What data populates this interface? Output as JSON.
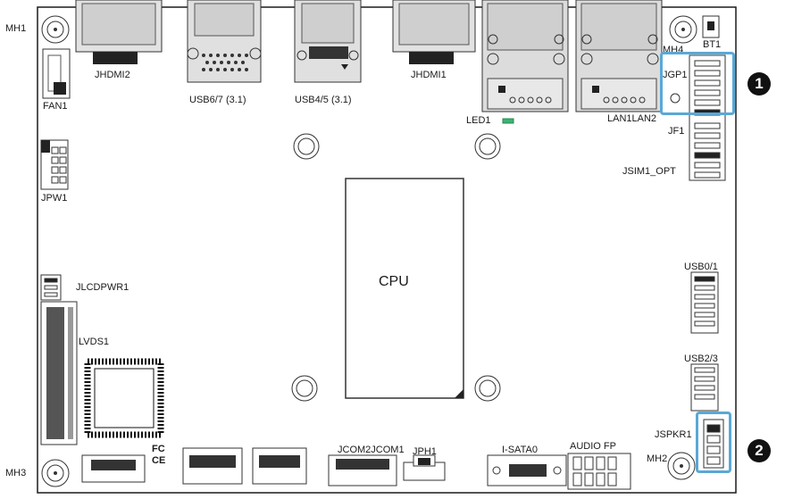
{
  "labels": {
    "mh1": "MH1",
    "mh2": "MH2",
    "mh3": "MH3",
    "mh4": "MH4",
    "bt1": "BT1",
    "fan1": "FAN1",
    "jhdmi2": "JHDMI2",
    "jhdmi1": "JHDMI1",
    "usb67": "USB6/7 (3.1)",
    "usb45": "USB4/5 (3.1)",
    "jgp1": "JGP1",
    "lan1lan2": "LAN1LAN2",
    "led1": "LED1",
    "jf1": "JF1",
    "jsim1": "JSIM1_OPT",
    "jpw1": "JPW1",
    "cpu": "CPU",
    "jlcdpwr1": "JLCDPWR1",
    "lvds1": "LVDS1",
    "usb01": "USB0/1",
    "usb23": "USB2/3",
    "jspkr1": "JSPKR1",
    "jcom": "JCOM2JCOM1",
    "jph1": "JPH1",
    "isata0": "I-SATA0",
    "audio": "AUDIO FP",
    "fc": "FC",
    "ce": "CE"
  },
  "callouts": [
    {
      "number": "1",
      "target": "JGP1"
    },
    {
      "number": "2",
      "target": "JSPKR1"
    }
  ],
  "colors": {
    "outline": "#1a1a1a",
    "callout_box": "#5aa8d6",
    "callout_badge": "#111111",
    "led": "#3cb371",
    "port_fill": "#d9d9d9"
  }
}
